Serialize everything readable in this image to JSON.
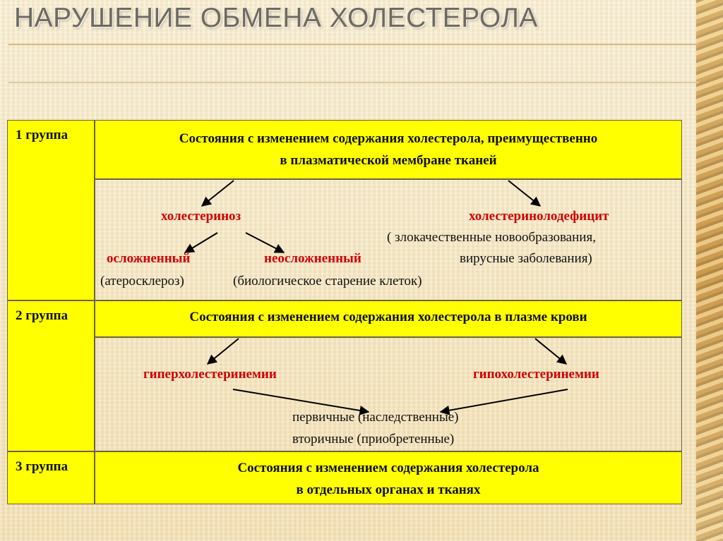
{
  "title": "НАРУШЕНИЕ ОБМЕНА ХОЛЕСТЕРОЛА",
  "groups": [
    {
      "label": "1 группа",
      "header_line1": "Состояния с изменением содержания холестерола, преимущественно",
      "header_line2": "в плазматической мембране тканей",
      "left_type": "холестериноз",
      "right_type": "холестеринолодефицит",
      "right_note_line1": "( злокачественные новообразования,",
      "right_note_line2": "вирусные заболевания)",
      "sub_left": "осложненный",
      "sub_right": "неосложненный",
      "sub_left_note": "(атеросклероз)",
      "sub_right_note": "(биологическое старение клеток)"
    },
    {
      "label": "2 группа",
      "header_line1": "Состояния с изменением содержания холестерола в плазме крови",
      "left_type": "гиперхолестеринемии",
      "right_type": "гипохолестеринемии",
      "kind_1": "первичные (наследственные)",
      "kind_2": "вторичные  (приобретенные)"
    },
    {
      "label": "3 группа",
      "header_line1": "Состояния с изменением содержания холестерола",
      "header_line2": "в отдельных органах и тканях"
    }
  ],
  "colors": {
    "highlight": "#ffff00",
    "accent_red": "#d20000",
    "border": "#6e6140"
  }
}
